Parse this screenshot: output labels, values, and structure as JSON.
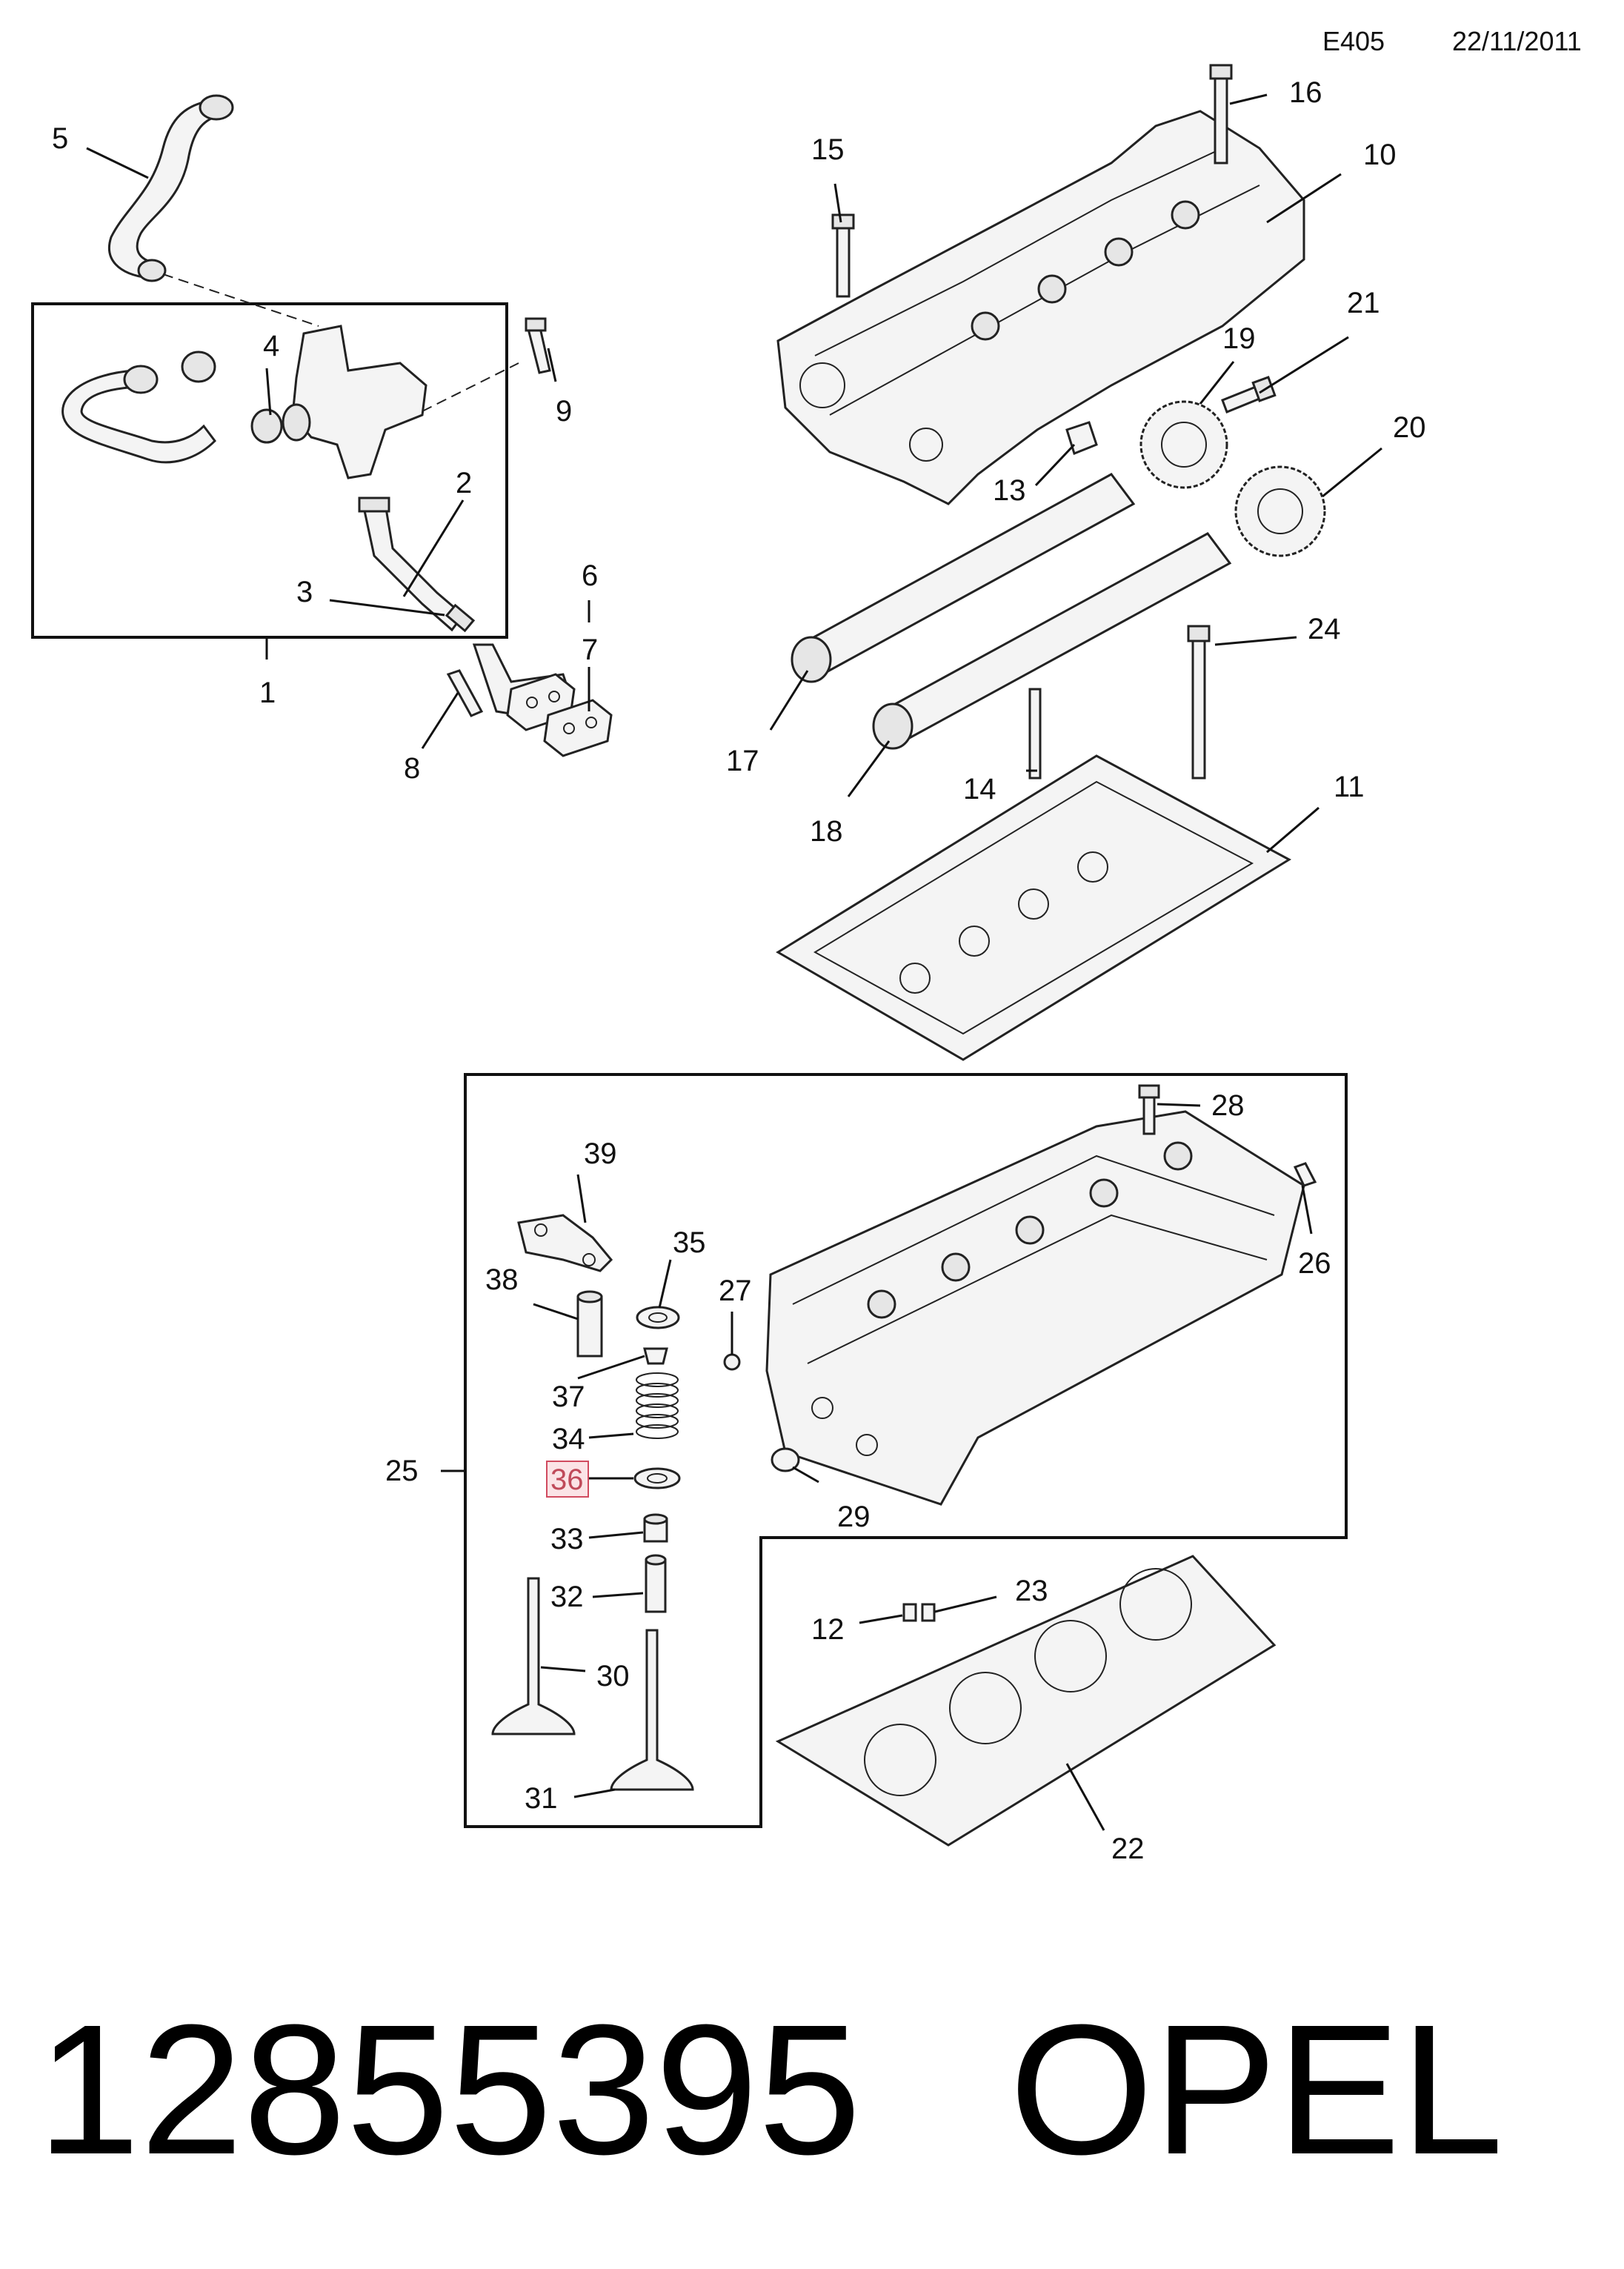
{
  "header": {
    "code": "E405",
    "date": "22/11/2011"
  },
  "callouts": {
    "c1": "1",
    "c2": "2",
    "c3": "3",
    "c4": "4",
    "c5": "5",
    "c6": "6",
    "c7": "7",
    "c8": "8",
    "c9": "9",
    "c10": "10",
    "c11": "11",
    "c12": "12",
    "c13": "13",
    "c14": "14",
    "c15": "15",
    "c16": "16",
    "c17": "17",
    "c18": "18",
    "c19": "19",
    "c20": "20",
    "c21": "21",
    "c22": "22",
    "c23": "23",
    "c24": "24",
    "c25": "25",
    "c26": "26",
    "c27": "27",
    "c28": "28",
    "c29": "29",
    "c30": "30",
    "c31": "31",
    "c32": "32",
    "c33": "33",
    "c34": "34",
    "c35": "35",
    "c36": "36",
    "c37": "37",
    "c38": "38",
    "c39": "39"
  },
  "highlighted_callout": "36",
  "footer": {
    "part_number": "12855395",
    "brand": "OPEL"
  }
}
